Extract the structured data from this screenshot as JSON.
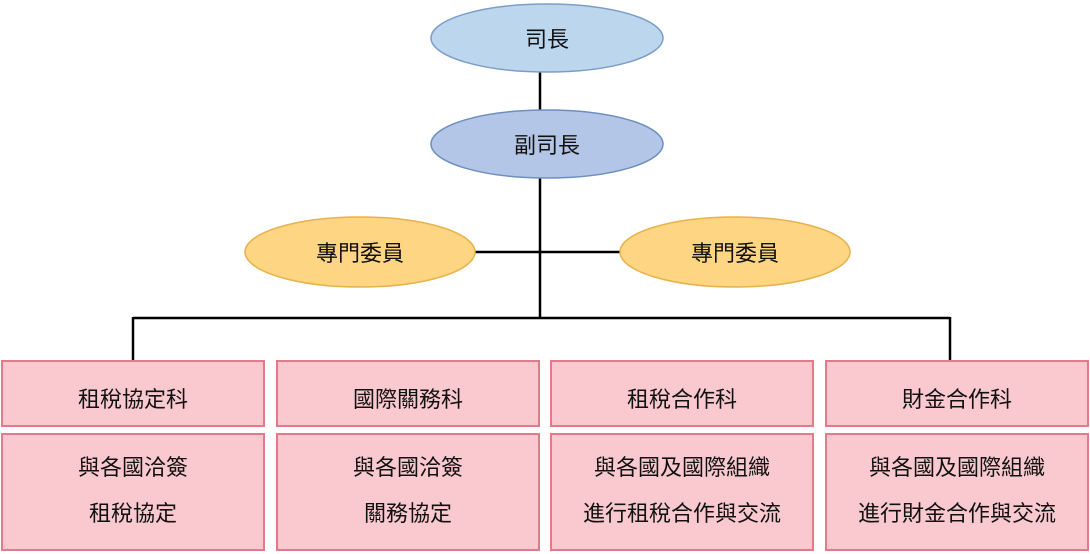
{
  "nodes": {
    "director": "司長",
    "deputy_director": "副司長",
    "specialist_left": "專門委員",
    "specialist_right": "專門委員"
  },
  "sections": [
    {
      "name": "租稅協定科",
      "desc_line1": "與各國洽簽",
      "desc_line2": "租稅協定"
    },
    {
      "name": "國際關務科",
      "desc_line1": "與各國洽簽",
      "desc_line2": "關務協定"
    },
    {
      "name": "租稅合作科",
      "desc_line1": "與各國及國際組織",
      "desc_line2": "進行租稅合作與交流"
    },
    {
      "name": "財金合作科",
      "desc_line1": "與各國及國際組織",
      "desc_line2": "進行財金合作與交流"
    }
  ],
  "colors": {
    "director_fill": "#bcd6ee",
    "deputy_fill": "#b4c6e7",
    "specialist_fill": "#fdd583",
    "section_fill": "#f9c9cf",
    "ellipse_stroke": "#6d8fc0",
    "specialist_stroke": "#e8b14a",
    "section_stroke": "#e27b89",
    "line": "#000000"
  }
}
